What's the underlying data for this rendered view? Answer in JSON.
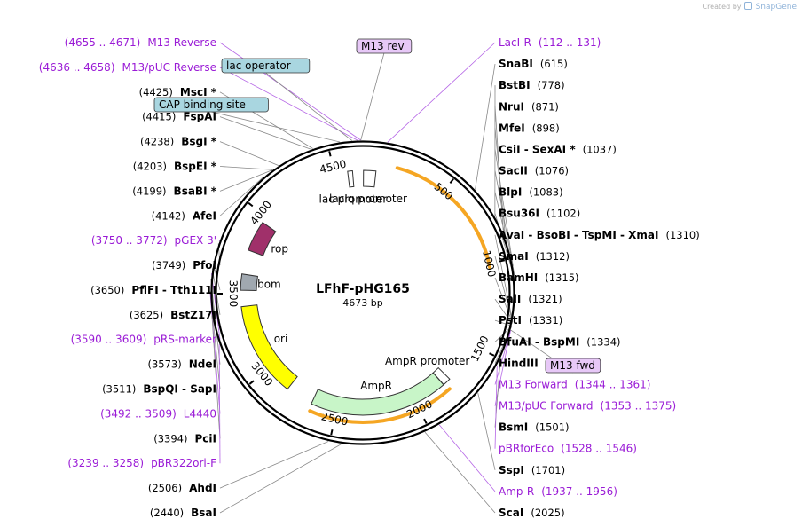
{
  "credit": {
    "prefix": "Created by",
    "brand": "SnapGene"
  },
  "plasmid": {
    "name": "LFhF-pHG165",
    "length_label": "4673 bp",
    "length": 4673
  },
  "ticks": [
    {
      "pos": 500,
      "label": "500"
    },
    {
      "pos": 1000,
      "label": "1000"
    },
    {
      "pos": 1500,
      "label": "1500"
    },
    {
      "pos": 2000,
      "label": "2000"
    },
    {
      "pos": 2500,
      "label": "2500"
    },
    {
      "pos": 3000,
      "label": "3000"
    },
    {
      "pos": 3500,
      "label": "3500"
    },
    {
      "pos": 4000,
      "label": "4000"
    },
    {
      "pos": 4500,
      "label": "4500"
    }
  ],
  "enzymes": [
    {
      "names": "SnaBI",
      "pos_label": "(615)",
      "pos": 615,
      "side": "R"
    },
    {
      "names": "BstBI",
      "pos_label": "(778)",
      "pos": 778,
      "side": "R"
    },
    {
      "names": "NruI",
      "pos_label": "(871)",
      "pos": 871,
      "side": "R"
    },
    {
      "names": "MfeI",
      "pos_label": "(898)",
      "pos": 898,
      "side": "R"
    },
    {
      "names": "CsiI  -  SexAI *",
      "pos_label": "(1037)",
      "pos": 1037,
      "side": "R"
    },
    {
      "names": "SacII",
      "pos_label": "(1076)",
      "pos": 1076,
      "side": "R"
    },
    {
      "names": "BlpI",
      "pos_label": "(1083)",
      "pos": 1083,
      "side": "R"
    },
    {
      "names": "Bsu36I",
      "pos_label": "(1102)",
      "pos": 1102,
      "side": "R"
    },
    {
      "names": "AvaI  -  BsoBI  -  TspMI  -  XmaI",
      "pos_label": "(1310)",
      "pos": 1310,
      "side": "R"
    },
    {
      "names": "SmaI",
      "pos_label": "(1312)",
      "pos": 1312,
      "side": "R"
    },
    {
      "names": "BamHI",
      "pos_label": "(1315)",
      "pos": 1315,
      "side": "R"
    },
    {
      "names": "SalI",
      "pos_label": "(1321)",
      "pos": 1321,
      "side": "R"
    },
    {
      "names": "PstI",
      "pos_label": "(1331)",
      "pos": 1331,
      "side": "R"
    },
    {
      "names": "BfuAI  -  BspMI",
      "pos_label": "(1334)",
      "pos": 1334,
      "side": "R"
    },
    {
      "names": "HindIII",
      "pos_label": "(1335)",
      "pos": 1335,
      "side": "R"
    },
    {
      "names": "BsmI",
      "pos_label": "(1501)",
      "pos": 1501,
      "side": "R"
    },
    {
      "names": "SspI",
      "pos_label": "(1701)",
      "pos": 1701,
      "side": "R"
    },
    {
      "names": "ScaI",
      "pos_label": "(2025)",
      "pos": 2025,
      "side": "R"
    },
    {
      "names": "AhdI",
      "pos_label": "(2506)",
      "pos": 2506,
      "side": "L"
    },
    {
      "names": "BsaI",
      "pos_label": "(2440)",
      "pos": 2440,
      "side": "L"
    },
    {
      "names": "PciI",
      "pos_label": "(3394)",
      "pos": 3394,
      "side": "L"
    },
    {
      "names": "BspQI  -  SapI",
      "pos_label": "(3511)",
      "pos": 3511,
      "side": "L"
    },
    {
      "names": "NdeI",
      "pos_label": "(3573)",
      "pos": 3573,
      "side": "L"
    },
    {
      "names": "BstZ17I",
      "pos_label": "(3625)",
      "pos": 3625,
      "side": "L"
    },
    {
      "names": "PflFI  -  Tth111I",
      "pos_label": "(3650)",
      "pos": 3650,
      "side": "L"
    },
    {
      "names": "PfoI",
      "pos_label": "(3749)",
      "pos": 3749,
      "side": "L"
    },
    {
      "names": "AfeI",
      "pos_label": "(4142)",
      "pos": 4142,
      "side": "L"
    },
    {
      "names": "BsaBI *",
      "pos_label": "(4199)",
      "pos": 4199,
      "side": "L"
    },
    {
      "names": "BspEI *",
      "pos_label": "(4203)",
      "pos": 4203,
      "side": "L"
    },
    {
      "names": "BsgI *",
      "pos_label": "(4238)",
      "pos": 4238,
      "side": "L"
    },
    {
      "names": "FspAI",
      "pos_label": "(4415)",
      "pos": 4415,
      "side": "L"
    },
    {
      "names": "MscI *",
      "pos_label": "(4425)",
      "pos": 4425,
      "side": "L"
    }
  ],
  "primers": [
    {
      "name": "M13 Reverse",
      "range": "(4655 .. 4671)",
      "pos": 4663,
      "side": "L"
    },
    {
      "name": "M13/pUC Reverse",
      "range": "(4636 .. 4658)",
      "pos": 4647,
      "side": "L"
    },
    {
      "name": "LacI-R",
      "range": "(112 .. 131)",
      "pos": 121,
      "side": "R"
    },
    {
      "name": "pGEX 3'",
      "range": "(3750 .. 3772)",
      "pos": 3761,
      "side": "L"
    },
    {
      "name": "pRS-marker",
      "range": "(3590 .. 3609)",
      "pos": 3600,
      "side": "L"
    },
    {
      "name": "L4440",
      "range": "(3492 .. 3509)",
      "pos": 3500,
      "side": "L"
    },
    {
      "name": "pBR322ori-F",
      "range": "(3239 .. 3258)",
      "pos": 3248,
      "side": "L"
    },
    {
      "name": "M13 Forward",
      "range": "(1344 .. 1361)",
      "pos": 1352,
      "side": "R"
    },
    {
      "name": "M13/pUC Forward",
      "range": "(1353 .. 1375)",
      "pos": 1364,
      "side": "R"
    },
    {
      "name": "pBRforEco",
      "range": "(1528 .. 1546)",
      "pos": 1537,
      "side": "R"
    },
    {
      "name": "Amp-R",
      "range": "(1937 .. 1956)",
      "pos": 1946,
      "side": "R"
    }
  ],
  "boxed_features": [
    {
      "label": "M13 rev",
      "style": "primer",
      "pos": 4663
    },
    {
      "label": "lac operator",
      "style": "feature",
      "pos": 4620
    },
    {
      "label": "CAP binding site",
      "style": "feature",
      "pos": 4560
    },
    {
      "label": "M13 fwd",
      "style": "primer",
      "pos": 1352
    }
  ],
  "features": [
    {
      "name": "lacIq promoter",
      "start": 4,
      "end": 80,
      "color": "#ffffff"
    },
    {
      "name": "lac promoter",
      "start": 4580,
      "end": 4610,
      "color": "#ffffff"
    },
    {
      "name": "AmpR promoter",
      "start": 1750,
      "end": 1800,
      "color": "#ffffff"
    },
    {
      "name": "AmpR",
      "start": 1801,
      "end": 2660,
      "color": "#c8f5c8"
    },
    {
      "name": "ori",
      "start": 2830,
      "end": 3420,
      "color": "#ffff00"
    },
    {
      "name": "bom",
      "start": 3520,
      "end": 3620,
      "color": "#a0a8b0"
    },
    {
      "name": "rop",
      "start": 3770,
      "end": 3960,
      "color": "#a0306a"
    }
  ],
  "arcs": [
    {
      "name": "lacI",
      "start": 200,
      "end": 1020,
      "color": "#f5a623"
    },
    {
      "name": "AmpR",
      "start": 1790,
      "end": 2650,
      "color": "#f5a623"
    }
  ]
}
